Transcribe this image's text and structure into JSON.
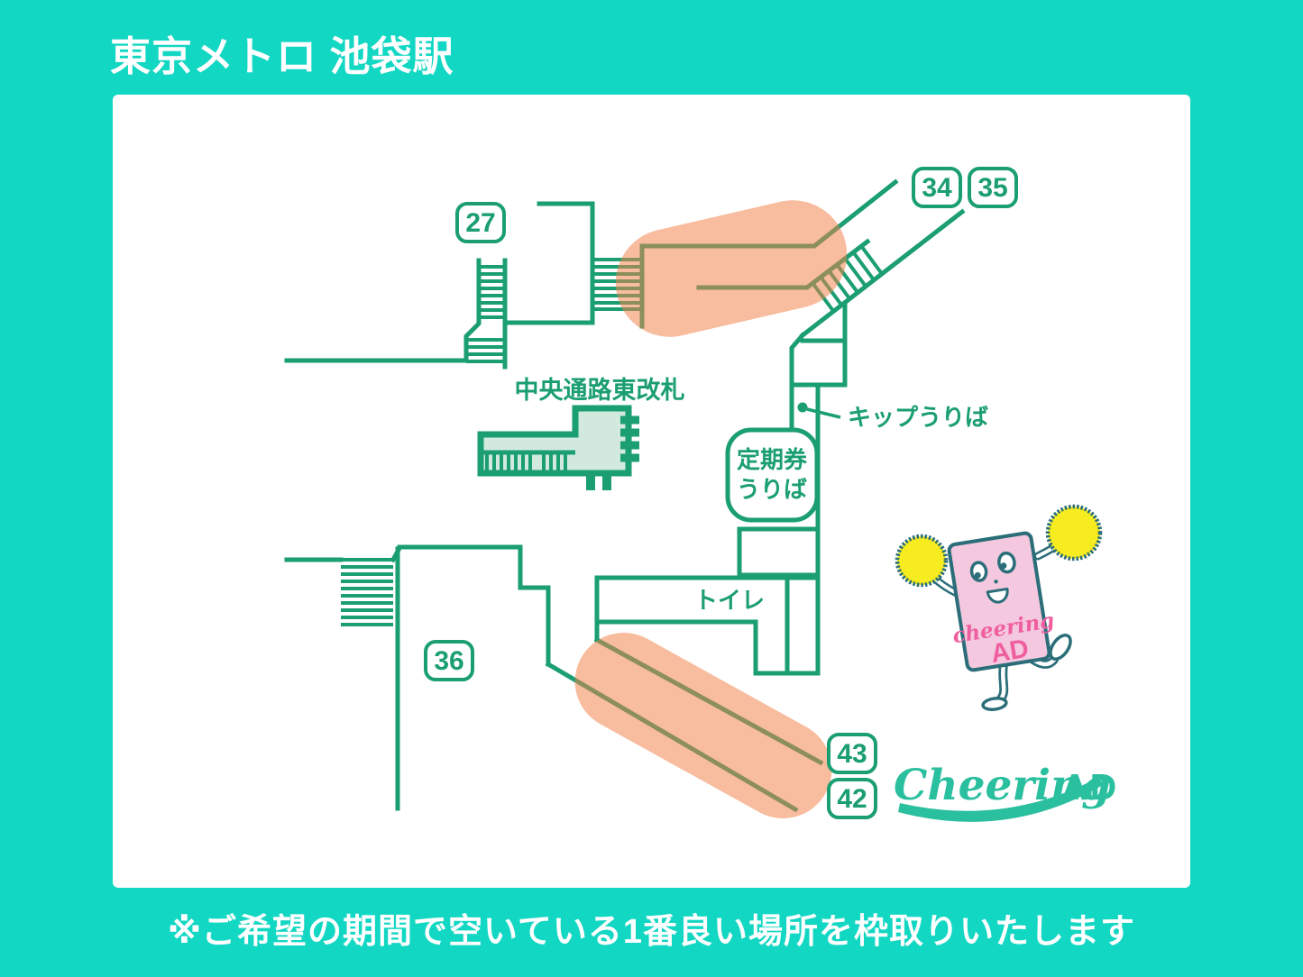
{
  "header": {
    "title": "東京メトロ 池袋駅"
  },
  "footer": {
    "note": "※ご希望の期間で空いている1番良い場所を枠取りいたします"
  },
  "map": {
    "exit_badges": {
      "b27": "27",
      "b34": "34",
      "b35": "35",
      "b36": "36",
      "b43": "43",
      "b42": "42"
    },
    "labels": {
      "central_gate": "中央通路東改札",
      "ticket_office": "キップうりば",
      "commuter_pass_line1": "定期券",
      "commuter_pass_line2": "うりば",
      "toilet": "トイレ"
    },
    "colors": {
      "background_teal": "#12d7c3",
      "line_green": "#1a9e72",
      "highlight_orange": "#F28048",
      "gate_fill": "#d2e9de"
    }
  },
  "mascot": {
    "body_text_line1": "cheering",
    "body_text_line2": "AD",
    "colors": {
      "paper_pink": "#f4c8de",
      "outline_teal": "#2b6e79",
      "pompom_yellow": "#f6ec20",
      "text_magenta": "#ef5f9f"
    }
  },
  "logo": {
    "script": "Cheering",
    "suffix": "AD",
    "color": "#2abf9e"
  }
}
